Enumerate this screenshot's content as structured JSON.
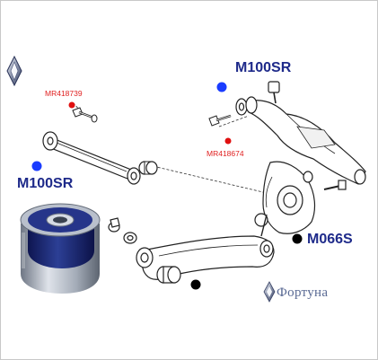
{
  "labels": {
    "top_right_part": "M100SR",
    "left_part": "M100SR",
    "lower_part": "M066S",
    "ref_top_left": "MR418739",
    "ref_top_right": "MR418674"
  },
  "watermark": {
    "text": "Фортуна",
    "logo": "mitsubishi-style-diamond-logo"
  },
  "colors": {
    "label_blue": "#1e2a8a",
    "ref_red": "#e02020",
    "marker_blue": "#1a3cff",
    "marker_red": "#e01010",
    "marker_black": "#000000",
    "bushing_blue": "#2c3f95",
    "bushing_metal": "#a4acb8",
    "line_art": "#222222",
    "watermark_gray": "#5a6a94"
  }
}
